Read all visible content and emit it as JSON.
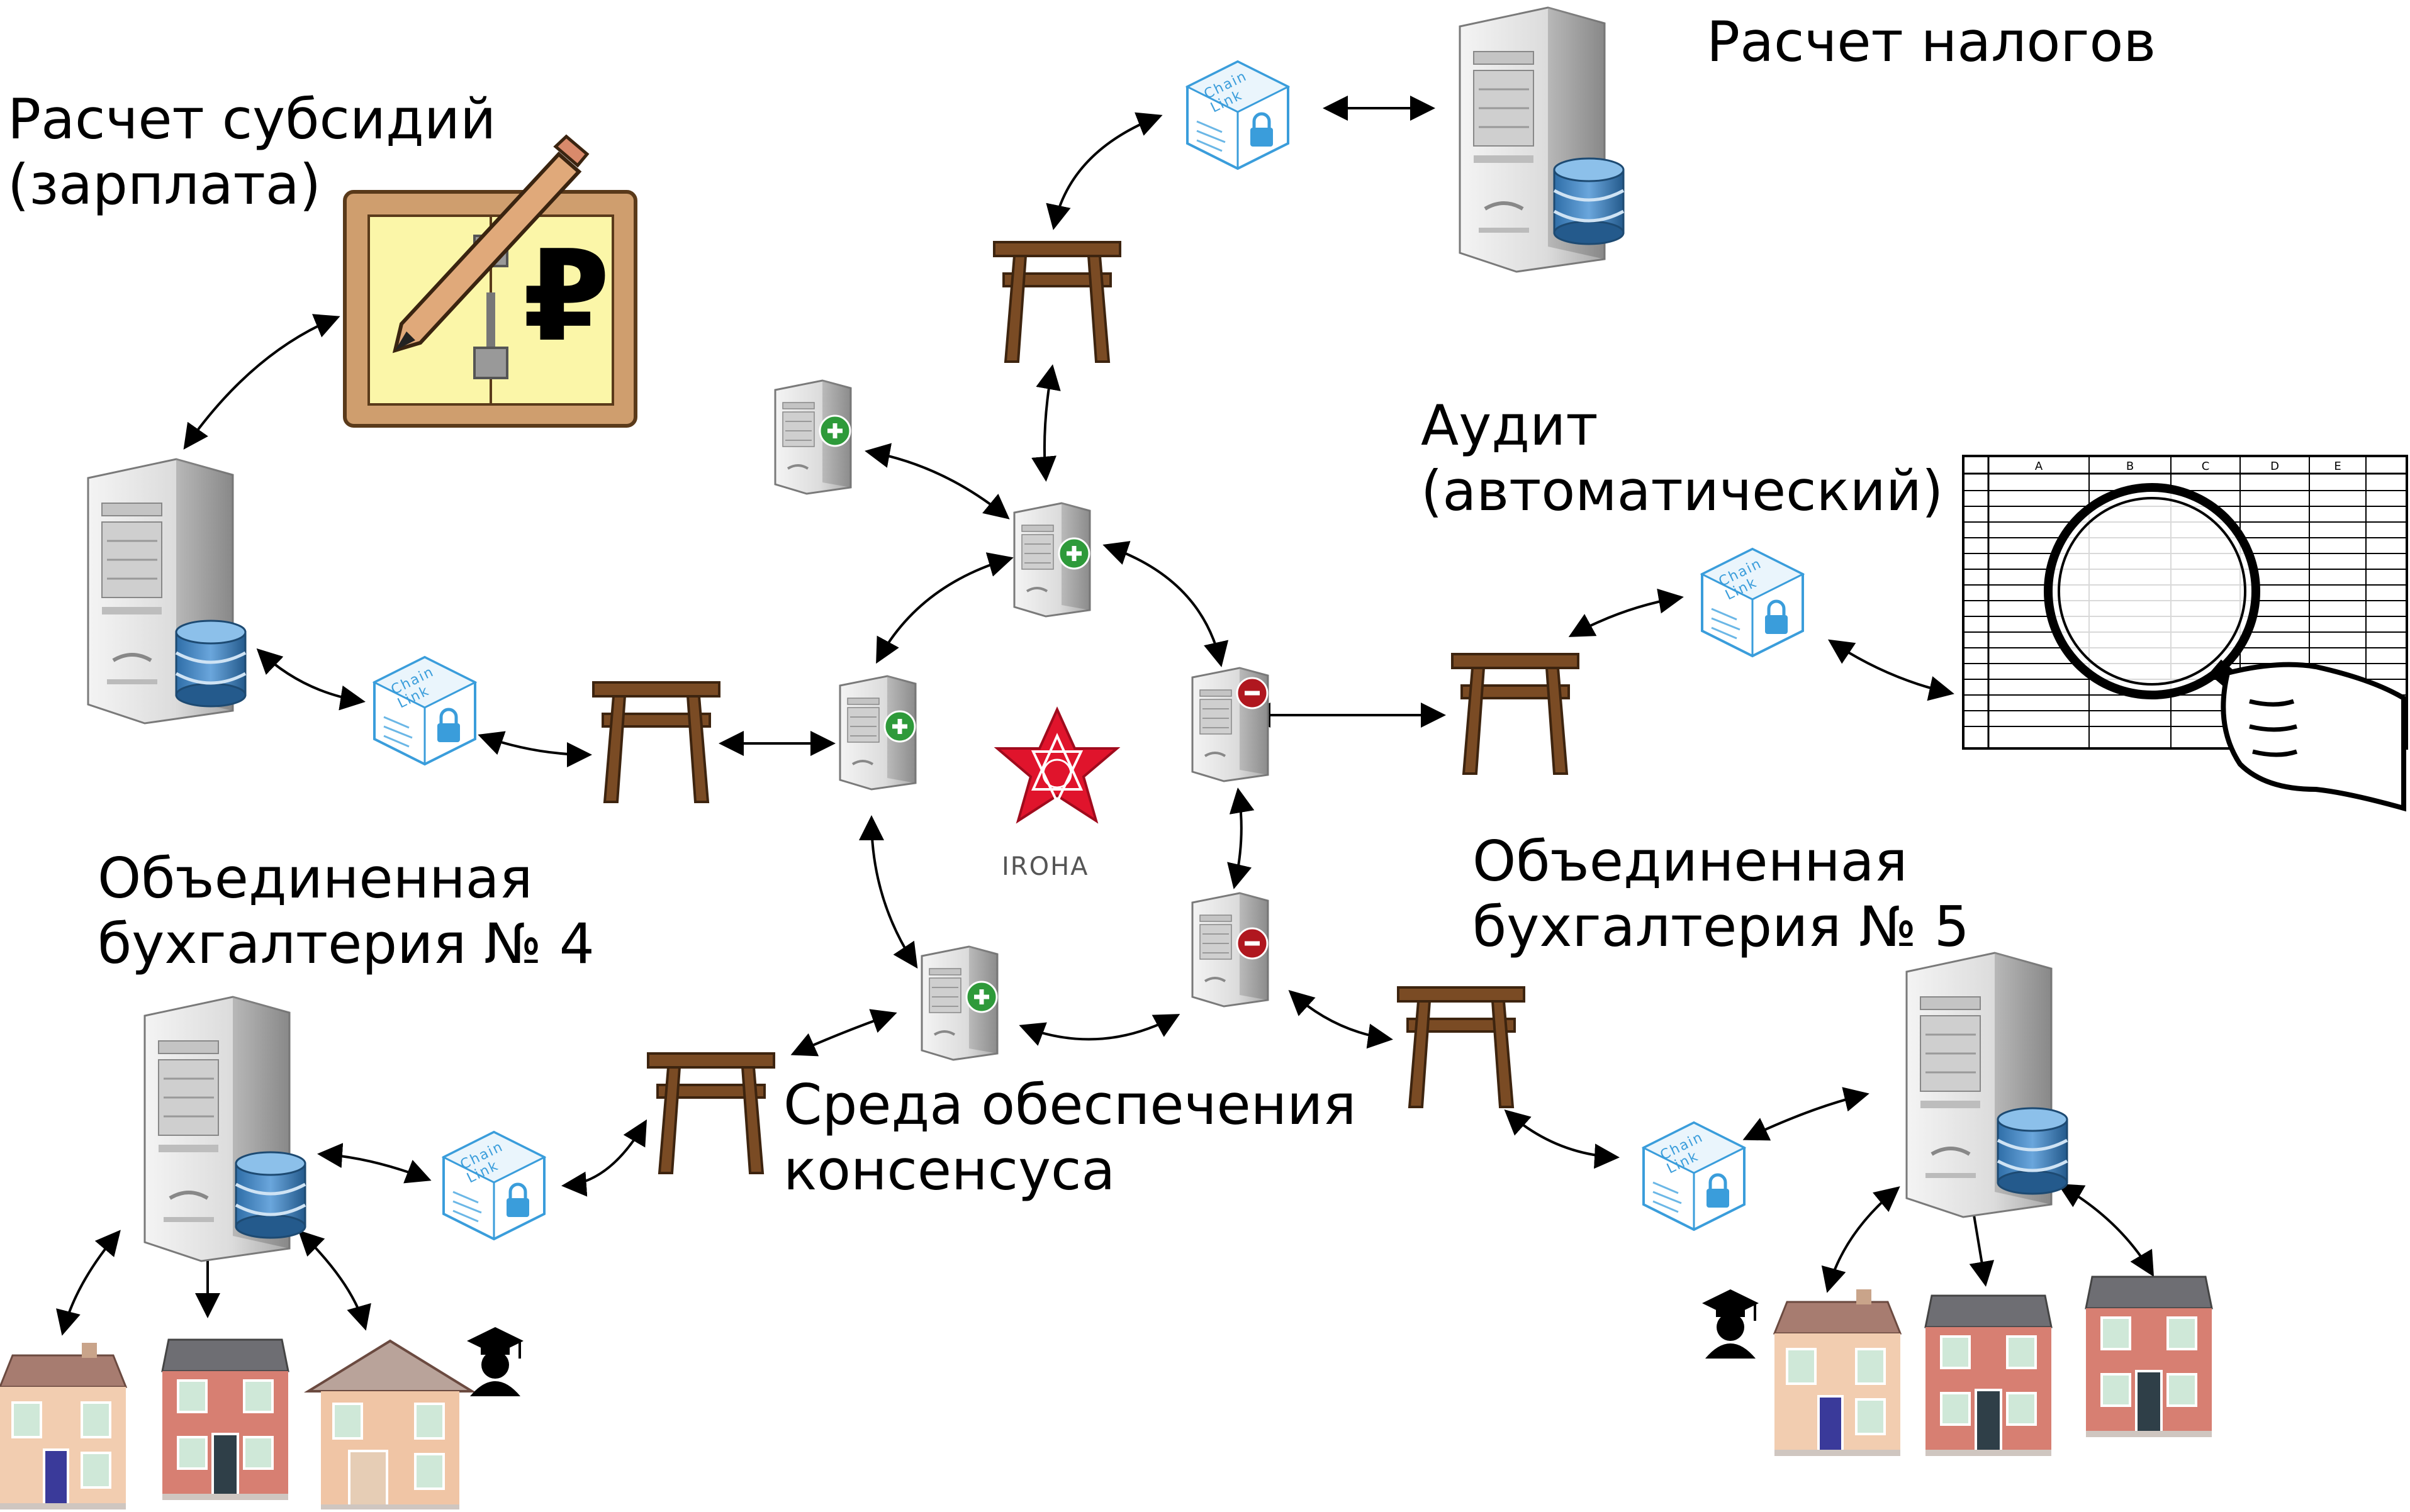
{
  "labels": {
    "subsidies": {
      "line1": "Расчет субсидий",
      "line2": "(зарплата)"
    },
    "taxes": "Расчет налогов",
    "audit": {
      "line1": "Аудит",
      "line2": "(автоматический)"
    },
    "acct4": {
      "line1": "Объединенная",
      "line2": "бухгалтерия № 4"
    },
    "acct5": {
      "line1": "Объединенная",
      "line2": "бухгалтерия № 5"
    },
    "consensus": {
      "line1": "Среда обеспечения",
      "line2": "консенсуса"
    },
    "logo": "IROHA",
    "chainlink": {
      "line1": "Chain",
      "line2": "Link"
    },
    "ruble": "₽"
  },
  "spreadsheet_columns": [
    "A",
    "B",
    "C",
    "D",
    "E"
  ],
  "colors": {
    "peer_plus": "#2e9a3a",
    "peer_minus": "#b0171f",
    "gate": "#7a4b24",
    "chainlink": "#3a9ddb",
    "iroha": "#e0142c"
  }
}
